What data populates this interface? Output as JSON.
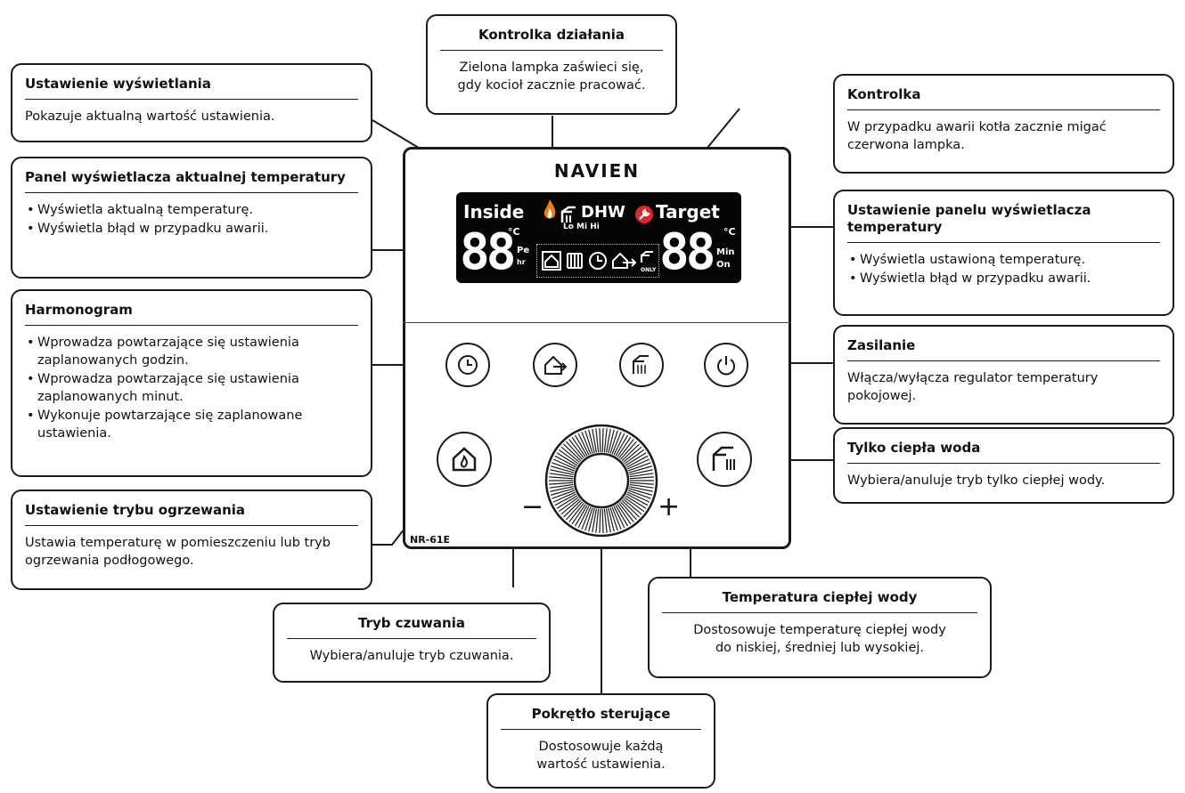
{
  "device": {
    "brand": "NAVIEN",
    "model": "NR-61E",
    "lcd": {
      "inside_label": "Inside",
      "target_label": "Target",
      "dhw_label": "DHW",
      "levels": "Lo Mi Hi",
      "left_digits": "88",
      "right_digits": "88",
      "left_unit_top": "Pe",
      "left_unit_bottom": "hr",
      "right_unit_top": "Min",
      "right_unit_bottom": "On",
      "only_label": "ONLY",
      "deg_symbol": "°C"
    },
    "dial_minus": "−",
    "dial_plus": "+"
  },
  "callouts": {
    "kontrolka_dzialania": {
      "title": "Kontrolka działania",
      "desc": [
        "Zielona lampka zaświeci się,",
        "gdy kocioł zacznie pracować."
      ]
    },
    "ustawienie_wyswietlania": {
      "title": "Ustawienie wyświetlania",
      "desc": "Pokazuje aktualną wartość ustawienia."
    },
    "kontrolka": {
      "title": "Kontrolka",
      "desc": "W przypadku awarii kotła zacznie migać czerwona lampka."
    },
    "panel_aktualnej": {
      "title": "Panel wyświetlacza aktualnej temperatury",
      "items": [
        "Wyświetla aktualną temperaturę.",
        "Wyświetla błąd w przypadku awarii."
      ]
    },
    "ustawienie_panelu": {
      "title": "Ustawienie panelu wyświetlacza temperatury",
      "items": [
        "Wyświetla ustawioną temperaturę.",
        "Wyświetla błąd w przypadku awarii."
      ]
    },
    "harmonogram": {
      "title": "Harmonogram",
      "items": [
        "Wprowadza powtarzające się ustawienia zaplanowanych godzin.",
        "Wprowadza powtarzające się ustawienia zaplanowanych minut.",
        "Wykonuje powtarzające się zaplanowane ustawienia."
      ]
    },
    "zasilanie": {
      "title": "Zasilanie",
      "desc": "Włącza/wyłącza regulator temperatury pokojowej."
    },
    "tylko_ciepla_woda": {
      "title": "Tylko ciepła woda",
      "desc": "Wybiera/anuluje tryb tylko ciepłej wody."
    },
    "tryb_ogrzewania": {
      "title": "Ustawienie trybu ogrzewania",
      "desc": "Ustawia temperaturę w pomieszczeniu lub tryb ogrzewania podłogowego."
    },
    "temperatura_cieplej_wody": {
      "title": "Temperatura ciepłej wody",
      "desc": [
        "Dostosowuje temperaturę ciepłej wody",
        "do niskiej, średniej lub wysokiej."
      ]
    },
    "tryb_czuwania": {
      "title": "Tryb czuwania",
      "desc": "Wybiera/anuluje tryb czuwania."
    },
    "pokretlo": {
      "title": "Pokrętło sterujące",
      "desc": [
        "Dostosowuje każdą",
        "wartość ustawienia."
      ]
    }
  }
}
